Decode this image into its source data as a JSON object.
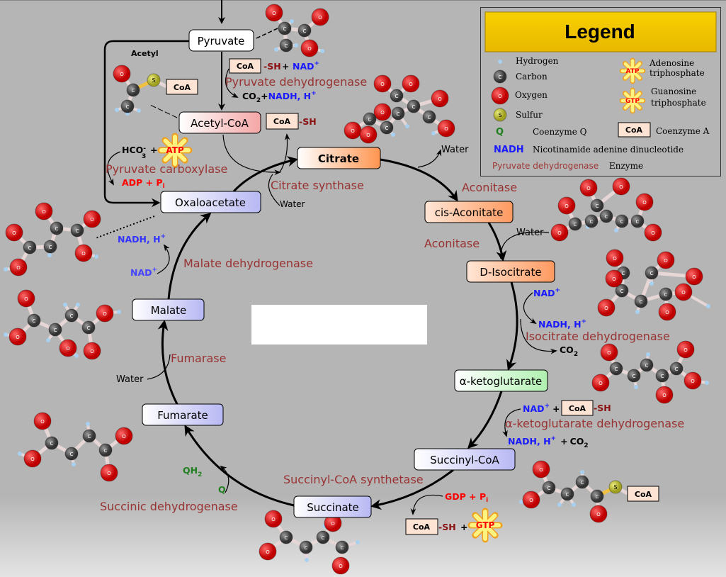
{
  "title": "Citric acid cycle",
  "metabolites": {
    "pyruvate": "Pyruvate",
    "acetyl_coa": "Acetyl-CoA",
    "citrate": "Citrate",
    "cis_aconitate": "cis-Aconitate",
    "d_isocitrate": "D-Isocitrate",
    "alpha_ketoglutarate": "α-ketoglutarate",
    "succinyl_coa": "Succinyl-CoA",
    "succinate": "Succinate",
    "fumarate": "Fumarate",
    "malate": "Malate",
    "oxaloacetate": "Oxaloacetate"
  },
  "enzymes": {
    "pyruvate_dehydrogenase": "Pyruvate dehydrogenase",
    "pyruvate_carboxylase": "Pyruvate carboxylase",
    "citrate_synthase": "Citrate synthase",
    "aconitase_1": "Aconitase",
    "aconitase_2": "Aconitase",
    "isocitrate_dehydrogenase": "Isocitrate dehydrogenase",
    "akg_dehydrogenase": "α-ketoglutarate dehydrogenase",
    "succinyl_coa_synthetase": "Succinyl-CoA synthetase",
    "succinic_dehydrogenase": "Succinic dehydrogenase",
    "fumarase": "Fumarase",
    "malate_dehydrogenase": "Malate dehydrogenase"
  },
  "cofactors": {
    "acetyl": "Acetyl",
    "coa": "CoA",
    "sh": "SH",
    "plus": "+",
    "nad": "NAD",
    "sup_plus": "+",
    "co2": "CO",
    "sub_2": "2",
    "nadh_h": "NADH, H",
    "hco": "HCO",
    "sub_3": "3",
    "minus": "-",
    "atp": "ATP",
    "gtp": "GTP",
    "adp_pi": "ADP + P",
    "gdp_pi": "GDP + P",
    "sub_i": "i",
    "water": "Water",
    "qh": "QH",
    "q": "Q"
  },
  "atom_labels": {
    "oxygen": "O",
    "carbon": "C",
    "sulfur": "S"
  },
  "legend": {
    "title": "Legend",
    "hydrogen": "Hydrogen",
    "carbon": "Carbon",
    "oxygen": "Oxygen",
    "sulfur": "Sulfur",
    "q_symbol": "Q",
    "q_label": "Coenzyme Q",
    "nadh_symbol": "NADH",
    "nadh_label": "Nicotinamide adenine dinucleotide",
    "enzyme_example": "Pyruvate dehydrogenase",
    "enzyme_label": "Enzyme",
    "atp_symbol": "ATP",
    "atp_label_1": "Adenosine",
    "atp_label_2": "triphosphate",
    "gtp_symbol": "GTP",
    "gtp_label_1": "Guanosine",
    "gtp_label_2": "triphosphate",
    "coa_symbol": "CoA",
    "coa_label": "Coenzyme A"
  },
  "colors": {
    "enzyme": "#993333",
    "nad": "#1a1aff",
    "energy": "#ff0000",
    "quinone": "#208020",
    "legend_header": "#f2c400"
  }
}
